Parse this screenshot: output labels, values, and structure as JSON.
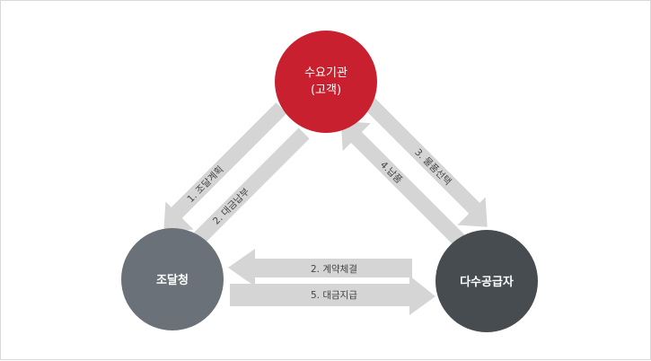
{
  "nodes": {
    "top": {
      "line1": "수요기관",
      "line2": "(고객)",
      "color": "#c8202f"
    },
    "left": {
      "label": "조달청",
      "color": "#6a7178"
    },
    "right": {
      "label": "다수공급자",
      "color": "#474c51"
    }
  },
  "arrows": {
    "left_outer": "1. 조달계획",
    "left_inner": "2. 대금납부",
    "right_outer": "3. 물품선택",
    "right_inner": "4.납품",
    "bottom_top": "2. 계약체결",
    "bottom_bottom": "5. 대금지급"
  },
  "colors": {
    "arrow": "#d5d5d5"
  }
}
